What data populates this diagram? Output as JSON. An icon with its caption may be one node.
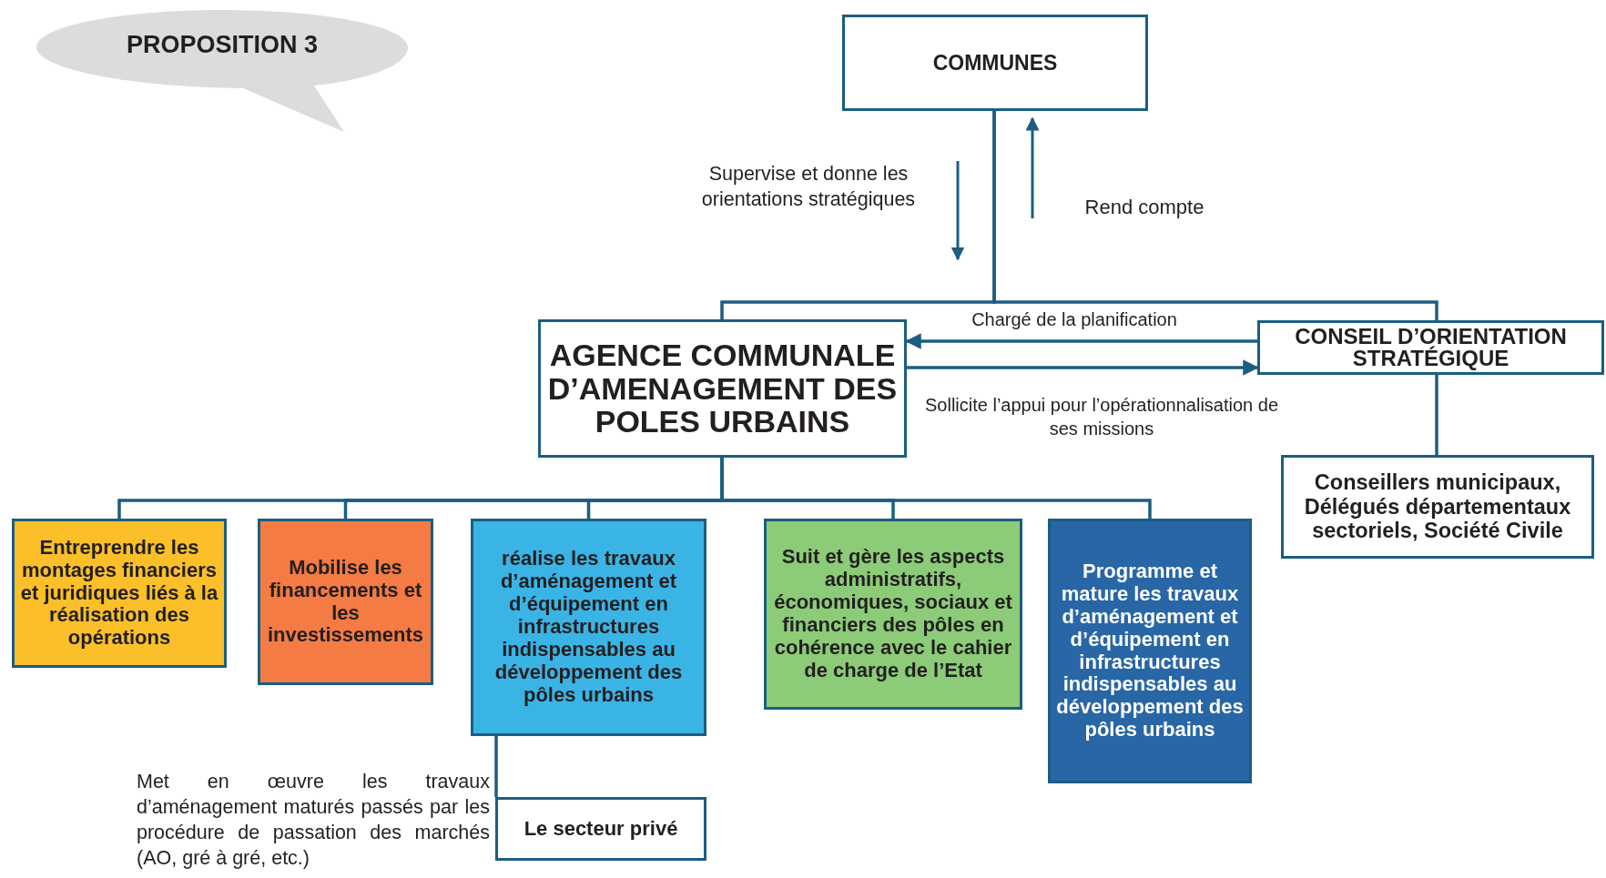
{
  "diagram": {
    "nodes": [
      {
        "text": [
          "PROPOSITION 3"
        ]
      },
      {
        "text": [
          "COMMUNES"
        ]
      },
      {
        "text": [
          "AGENCE COMMUNALE D’AMENAGEMENT DES POLES URBAINS"
        ]
      },
      {
        "text": [
          "CONSEIL D’ORIENTATION STRATÉGIQUE"
        ]
      },
      {
        "text": [
          "Conseillers municipaux, Délégués départementaux sectoriels, Société Civile"
        ]
      },
      {
        "text": [
          "Entreprendre les montages financiers et juridiques liés à la réalisation des opérations"
        ]
      },
      {
        "text": [
          "Mobilise les financements et les investissements"
        ]
      },
      {
        "text": [
          "réalise les travaux d’aménagement et d’équipement en infrastructures indispensables au développement des pôles urbains"
        ]
      },
      {
        "text": [
          "Suit et gère les aspects administratifs, économiques, sociaux et financiers des pôles en cohérence avec le cahier de charge de l’Etat"
        ]
      },
      {
        "text": [
          "Programme et mature les travaux d’aménagement et d’équipement en infrastructures indispensables au développement des pôles urbains"
        ]
      },
      {
        "text": [
          "Le secteur privé"
        ]
      }
    ],
    "edges": [
      {
        "from": 1,
        "to": 2,
        "arrow": "none"
      },
      {
        "from": 1,
        "to": 3,
        "arrow": "none"
      },
      {
        "from": 3,
        "to": 2,
        "arrow": "to",
        "label": "Chargé de la planification"
      },
      {
        "from": 2,
        "to": 3,
        "arrow": "to",
        "label": "Sollicite l’appui pour l’opérationnalisation de ses missions"
      },
      {
        "from": 3,
        "to": 4,
        "arrow": "none"
      },
      {
        "from": 2,
        "to": 5,
        "arrow": "none"
      },
      {
        "from": 2,
        "to": 6,
        "arrow": "none"
      },
      {
        "from": 2,
        "to": 7,
        "arrow": "none"
      },
      {
        "from": 2,
        "to": 8,
        "arrow": "none"
      },
      {
        "from": 2,
        "to": 9,
        "arrow": "none"
      },
      {
        "from": 7,
        "to": 10,
        "arrow": "none",
        "label": "Met en œuvre les travaux d’aménagement maturés passés par les procédure de passation des marchés (AO, gré à gré, etc.)"
      }
    ],
    "labels": [
      "Supervise et donne les orientations stratégiques",
      "Rend compte"
    ]
  }
}
